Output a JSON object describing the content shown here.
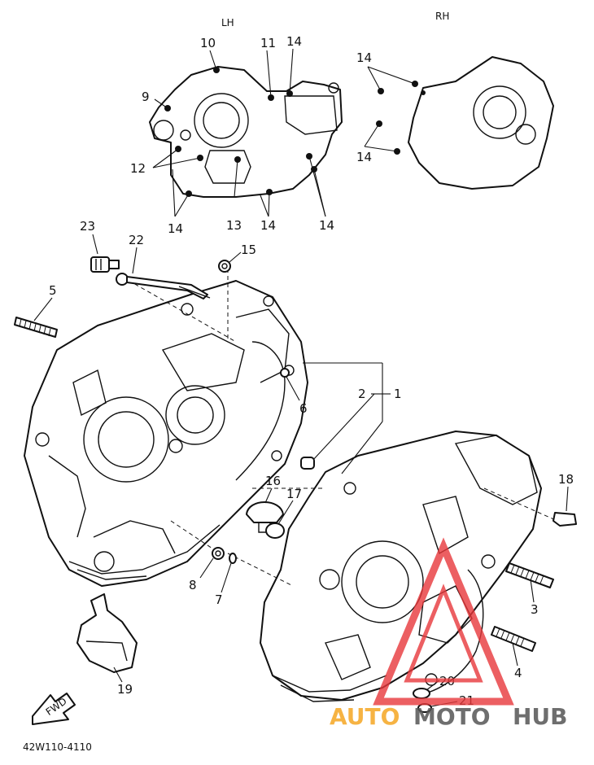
{
  "labels": {
    "lh": "LH",
    "rh": "RH",
    "p1": "1",
    "p2": "2",
    "p3": "3",
    "p4": "4",
    "p5": "5",
    "p6": "6",
    "p7": "7",
    "p8": "8",
    "p9": "9",
    "p10": "10",
    "p11": "11",
    "p12": "12",
    "p13": "13",
    "p14": "14",
    "p15": "15",
    "p16": "16",
    "p17": "17",
    "p18": "18",
    "p19": "19",
    "p20": "20",
    "p21": "21",
    "p22": "22",
    "p23": "23",
    "fwd": "FWD",
    "diagram_code": "42W110-4110"
  },
  "watermark": {
    "part_a": "AUTO",
    "part_b": "MOTO",
    "part_c": "HUB",
    "color_orange": "#f5a623",
    "color_grey": "#555555",
    "color_red": "#e8383b"
  }
}
